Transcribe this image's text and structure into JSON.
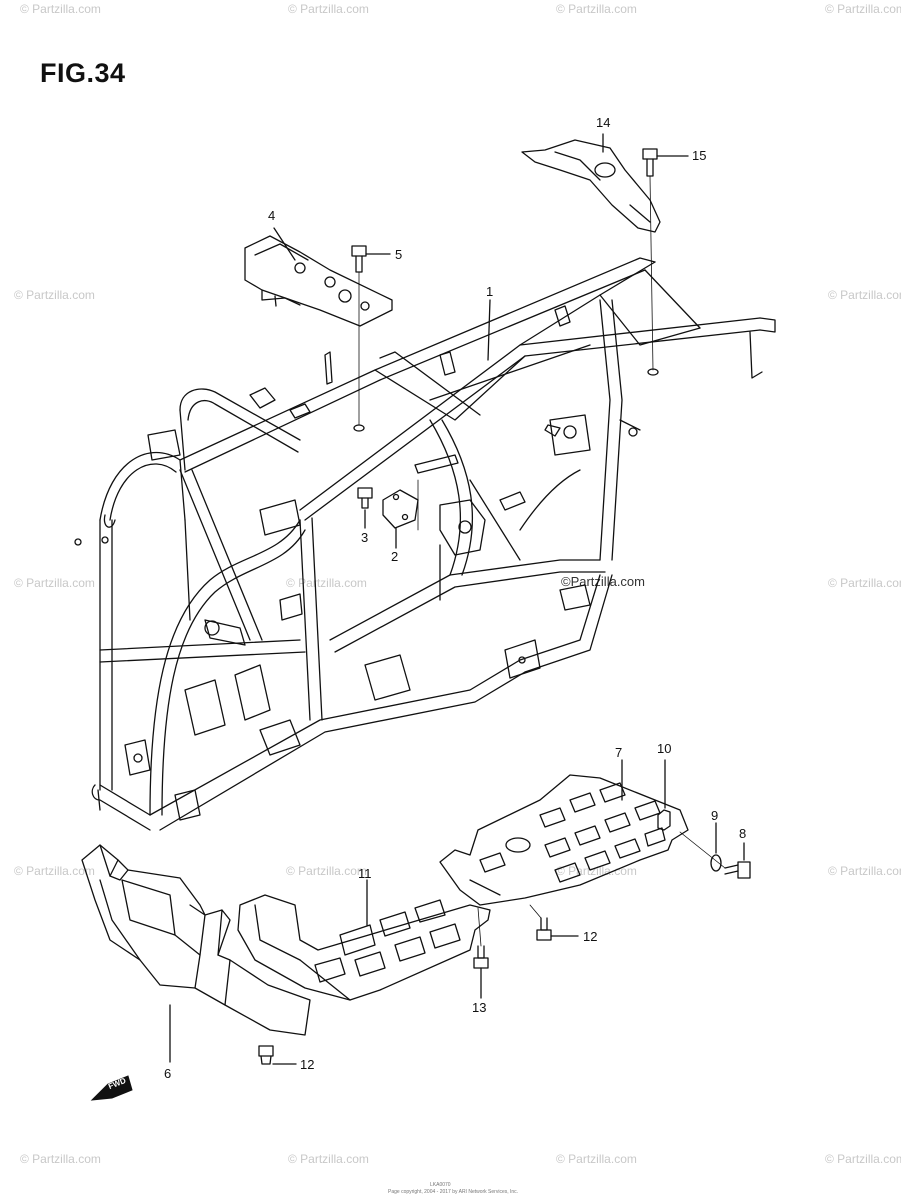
{
  "figure": {
    "title": "FIG.34"
  },
  "watermark": {
    "text": "© Partzilla.com",
    "inline_text": "©Partzilla.com"
  },
  "callouts": [
    {
      "id": "1",
      "label": "1"
    },
    {
      "id": "2",
      "label": "2"
    },
    {
      "id": "3",
      "label": "3"
    },
    {
      "id": "4",
      "label": "4"
    },
    {
      "id": "5",
      "label": "5"
    },
    {
      "id": "6",
      "label": "6"
    },
    {
      "id": "7",
      "label": "7"
    },
    {
      "id": "8",
      "label": "8"
    },
    {
      "id": "9",
      "label": "9"
    },
    {
      "id": "10",
      "label": "10"
    },
    {
      "id": "11",
      "label": "11"
    },
    {
      "id": "12a",
      "label": "12"
    },
    {
      "id": "12b",
      "label": "12"
    },
    {
      "id": "13",
      "label": "13"
    },
    {
      "id": "14",
      "label": "14"
    },
    {
      "id": "15",
      "label": "15"
    }
  ],
  "direction_badge": {
    "label": "FWD"
  },
  "footer": {
    "code": "LKA0070",
    "copyright": "Page copyright, 2004 - 2017 by ARI Network Services, Inc."
  }
}
